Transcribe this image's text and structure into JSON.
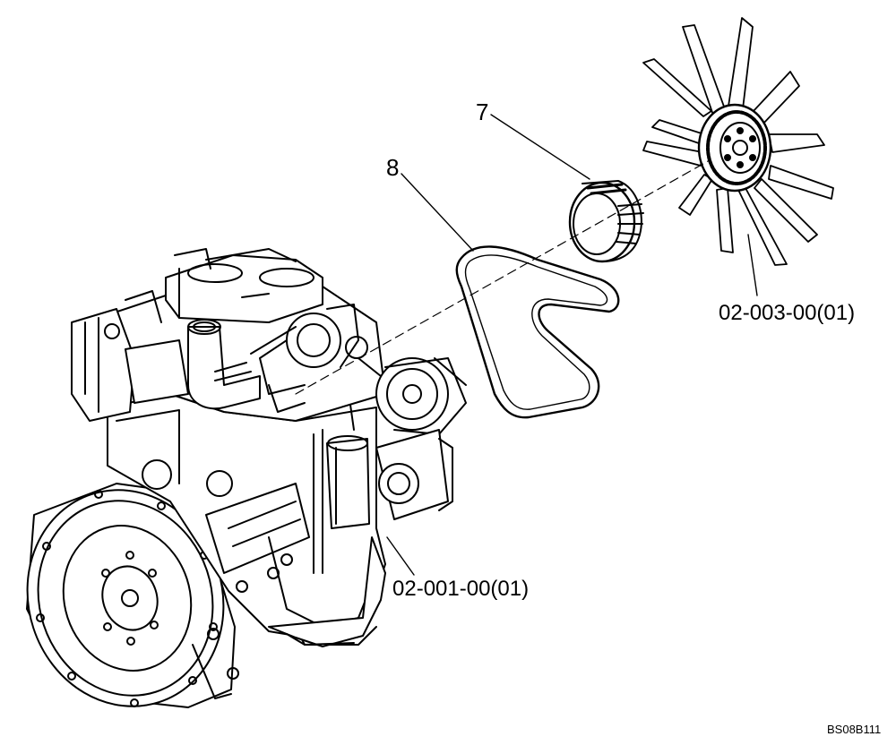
{
  "callouts": {
    "item_7": "7",
    "item_8": "8",
    "fan_ref": "02-003-00(01)",
    "engine_ref": "02-001-00(01)"
  },
  "drawing_number": "BS08B111",
  "icons": [
    "engine-icon",
    "fan-icon",
    "pulley-icon",
    "belt-icon"
  ],
  "colors": {
    "ink": "#000000",
    "paper": "#ffffff"
  }
}
